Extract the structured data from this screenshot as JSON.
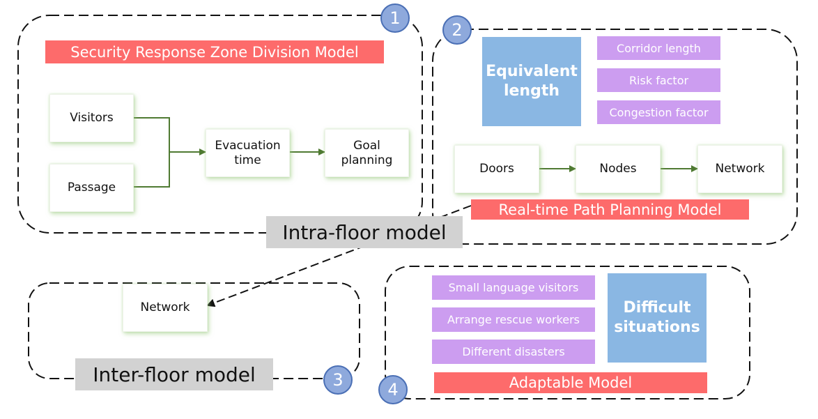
{
  "zones": {
    "zone1": {
      "badge": "1",
      "title": "Security Response Zone Division Model",
      "nodes": {
        "visitors": "Visitors",
        "passage": "Passage",
        "evacuation": "Evacuation\ntime",
        "goal": "Goal\nplanning"
      }
    },
    "zone2": {
      "badge": "2",
      "title": "Real-time Path Planning Model",
      "equivalent": "Equivalent\nlength",
      "factors": [
        "Corridor length",
        "Risk factor",
        "Congestion factor"
      ],
      "nodes": {
        "doors": "Doors",
        "nodes": "Nodes",
        "network": "Network"
      }
    },
    "intra_label": "Intra-floor model",
    "zone3": {
      "badge": "3",
      "title": "Inter-floor model",
      "network": "Network"
    },
    "zone4": {
      "badge": "4",
      "title": "Adaptable Model",
      "items": [
        "Small language visitors",
        "Arrange rescue workers",
        "Different disasters"
      ],
      "difficult": "Difficult\nsituations"
    }
  },
  "colors": {
    "banner": "#fd6b6b",
    "purple": "#cc9df0",
    "blue": "#8ab7e3",
    "badge": "#8ea9dc",
    "arrow": "#4f7a32",
    "gray_label": "#d2d2d2"
  }
}
